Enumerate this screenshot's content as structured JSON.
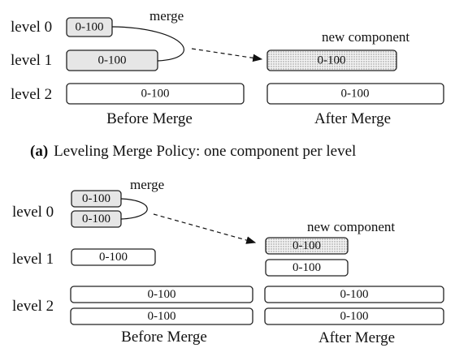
{
  "range_label": "0-100",
  "merge_label": "merge",
  "new_component_label": "new component",
  "before_label": "Before Merge",
  "after_label": "After Merge",
  "level_labels": [
    "level 0",
    "level 1",
    "level 2"
  ],
  "panel_a": {
    "caption_prefix": "(a)",
    "caption_text": "Leveling Merge Policy: one component per level"
  },
  "panel_b": {}
}
